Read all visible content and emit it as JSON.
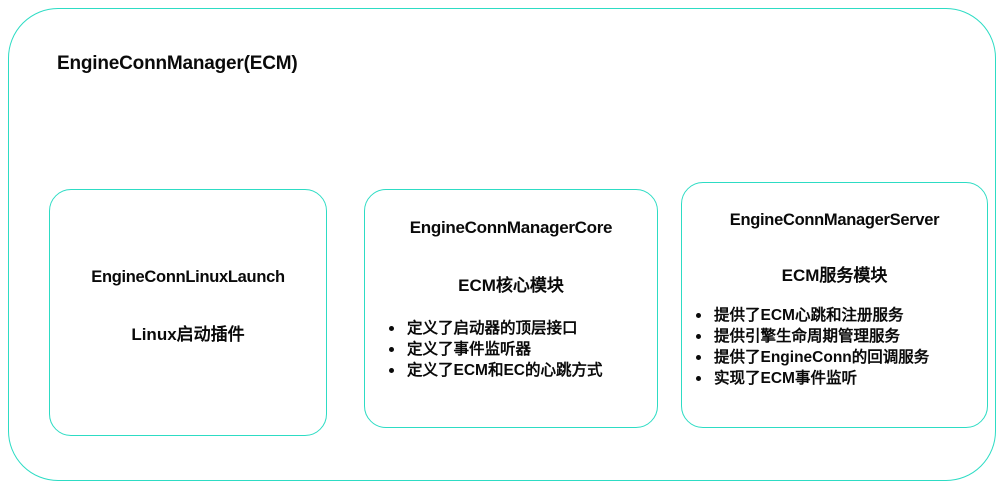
{
  "diagram": {
    "title": "EngineConnManager(ECM)",
    "accent_color": "#2ddcc4",
    "text_color": "#0a0a0a",
    "background_color": "#ffffff",
    "modules": [
      {
        "id": "engine-conn-linux-launch",
        "heading": "EngineConnLinuxLaunch",
        "subheading": "Linux启动插件",
        "bullets": []
      },
      {
        "id": "engine-conn-manager-core",
        "heading": "EngineConnManagerCore",
        "subheading": "ECM核心模块",
        "bullets": [
          "定义了启动器的顶层接口",
          "定义了事件监听器",
          "定义了ECM和EC的心跳方式"
        ]
      },
      {
        "id": "engine-conn-manager-server",
        "heading": "EngineConnManagerServer",
        "subheading": "ECM服务模块",
        "bullets": [
          "提供了ECM心跳和注册服务",
          "提供引擎生命周期管理服务",
          "提供了EngineConn的回调服务",
          "实现了ECM事件监听"
        ]
      }
    ]
  }
}
